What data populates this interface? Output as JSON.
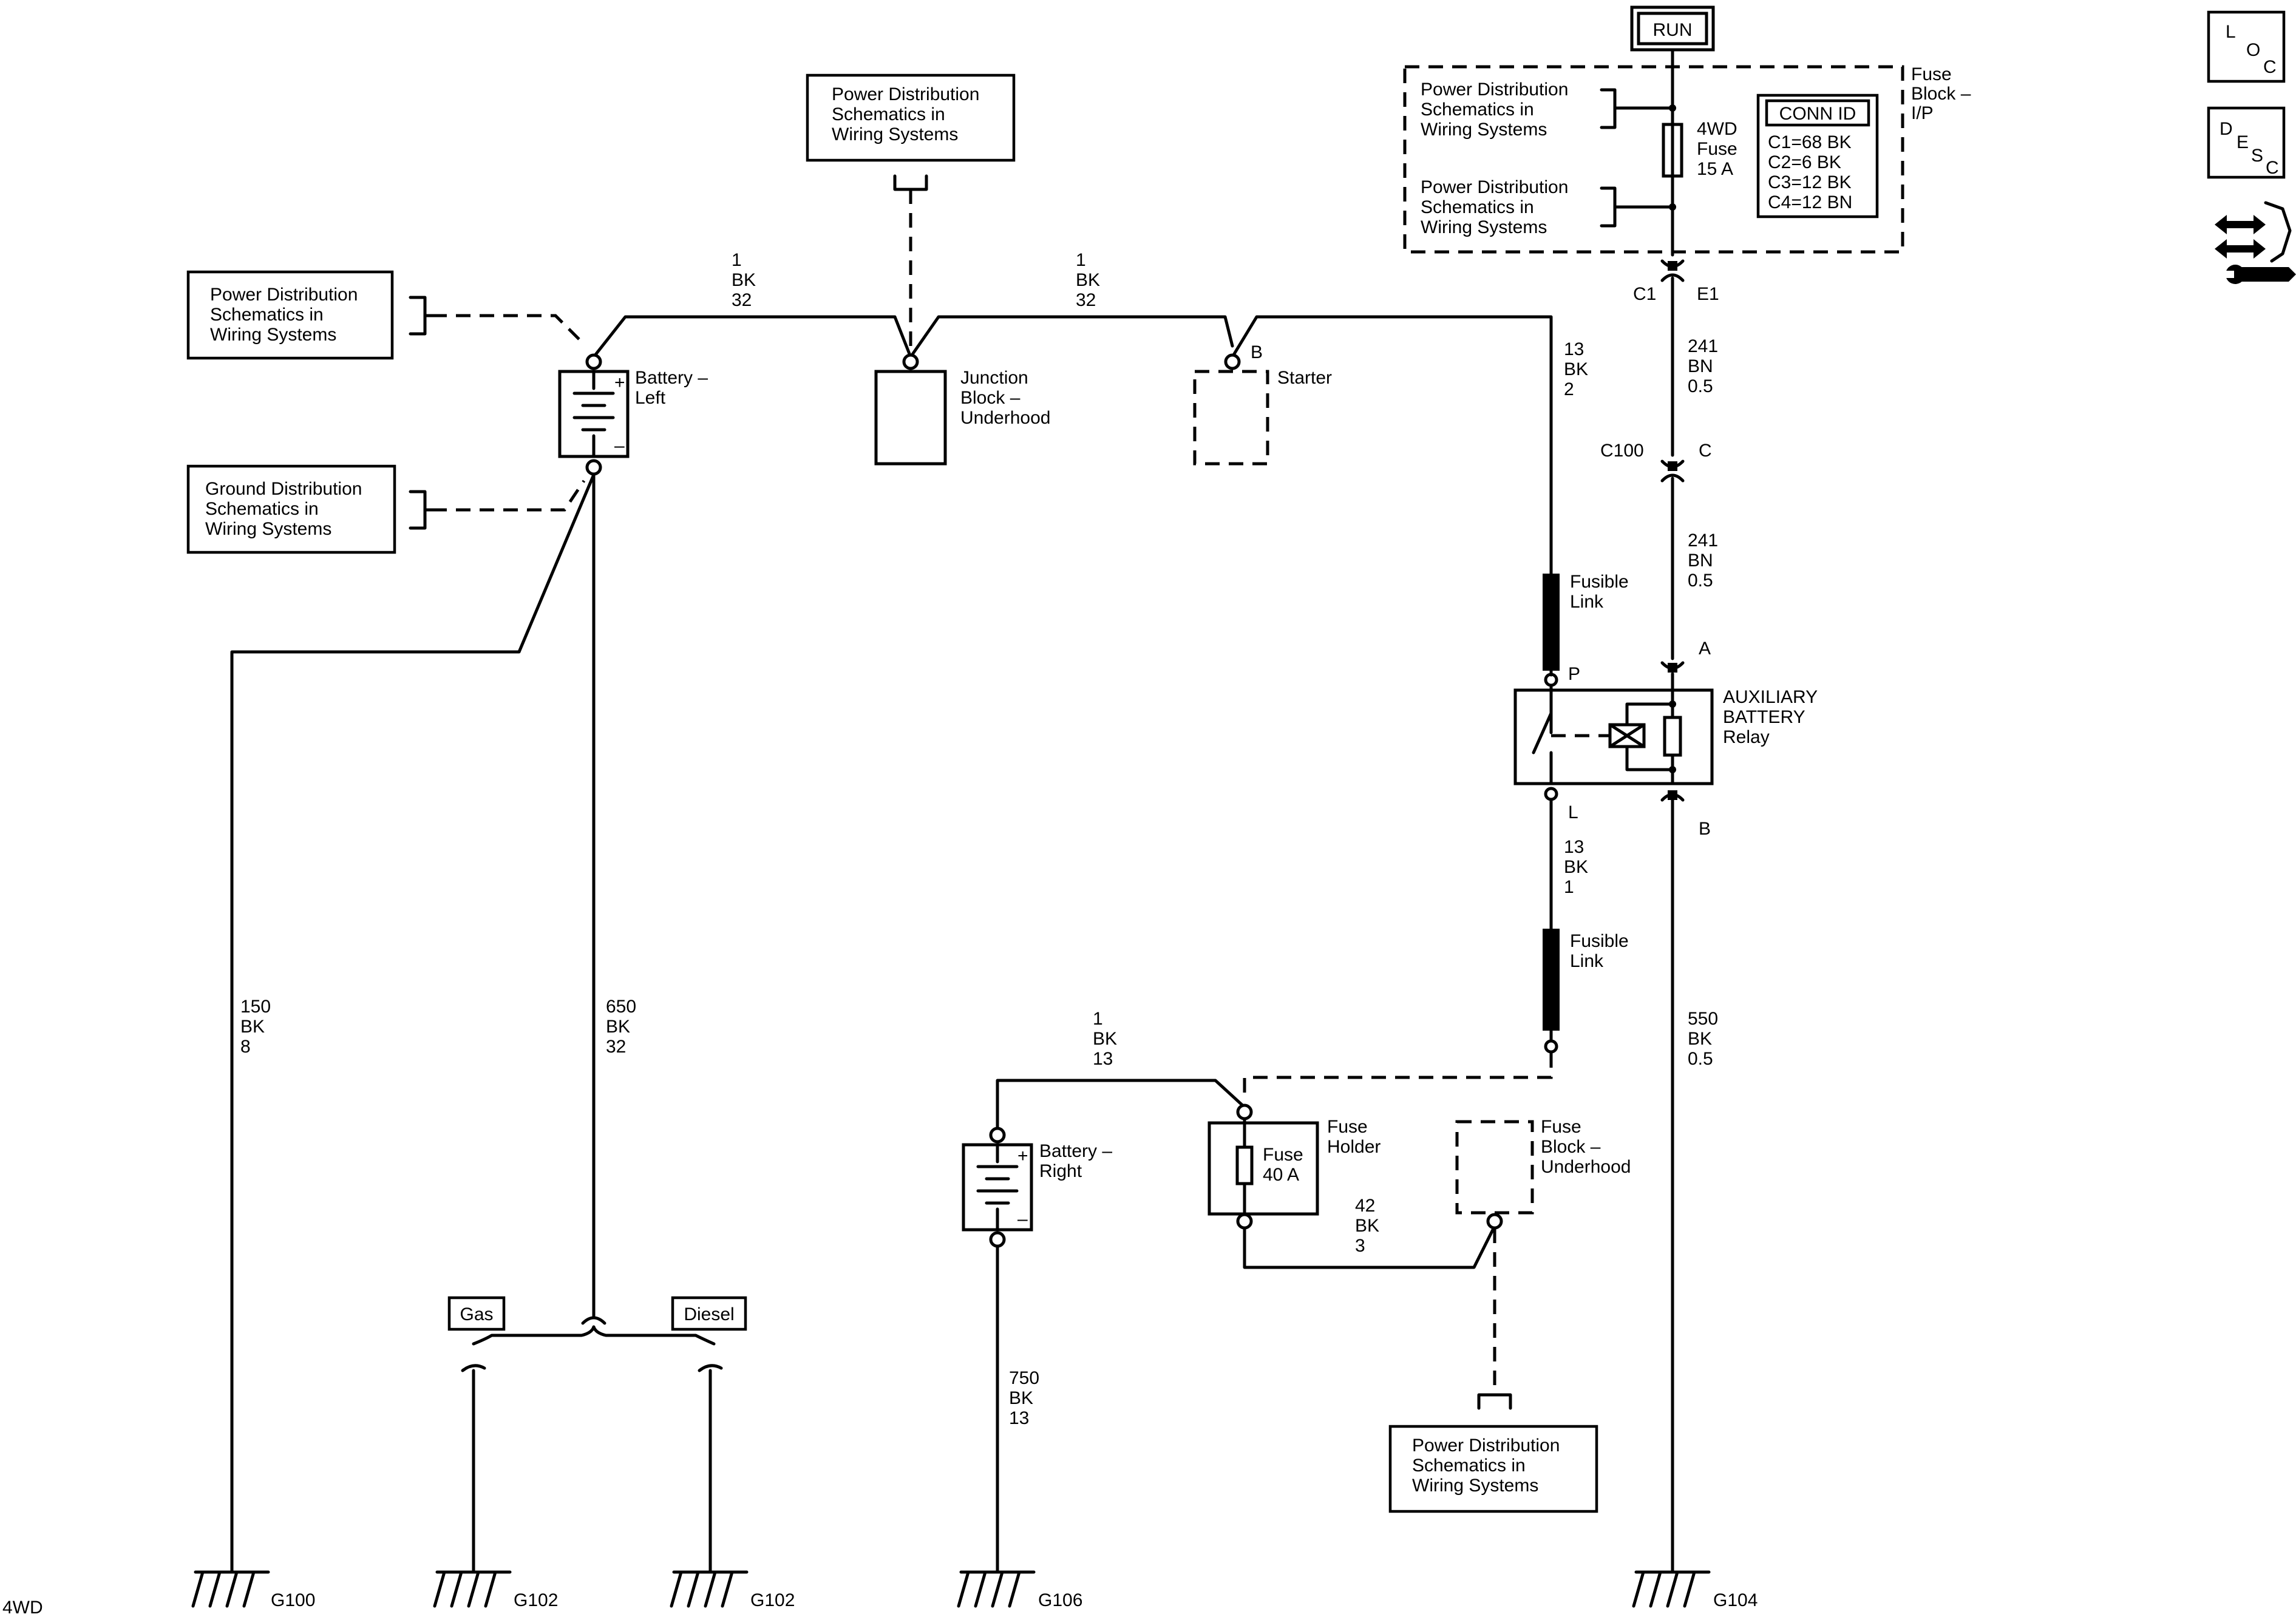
{
  "header": {
    "run": "RUN"
  },
  "icons": {
    "loc": [
      "L",
      "O",
      "C"
    ],
    "desc": [
      "D",
      "E",
      "S",
      "C"
    ],
    "swap": "swap-wrench-icon"
  },
  "fuse_block_ip": {
    "label": [
      "Fuse",
      "Block –",
      "I/P"
    ],
    "ref_top": [
      "Power Distribution",
      "Schematics in",
      "Wiring Systems"
    ],
    "ref_bottom": [
      "Power Distribution",
      "Schematics in",
      "Wiring Systems"
    ],
    "fuse": [
      "4WD",
      "Fuse",
      "15 A"
    ],
    "conn_id": {
      "title": "CONN ID",
      "rows": [
        "C1=68 BK",
        "C2=6 BK",
        "C3=12 BK",
        "C4=12 BN"
      ]
    }
  },
  "refs": {
    "top_center": [
      "Power Distribution",
      "Schematics in",
      "Wiring Systems"
    ],
    "left_power": [
      "Power Distribution",
      "Schematics in",
      "Wiring Systems"
    ],
    "left_ground": [
      "Ground Distribution",
      "Schematics in",
      "Wiring Systems"
    ],
    "bottom": [
      "Power Distribution",
      "Schematics in",
      "Wiring Systems"
    ]
  },
  "components": {
    "battery_left": [
      "Battery –",
      "Left"
    ],
    "junction_block": [
      "Junction",
      "Block –",
      "Underhood"
    ],
    "starter": "Starter",
    "starter_pin": "B",
    "fusible_link_top": [
      "Fusible",
      "Link"
    ],
    "fusible_link_bottom": [
      "Fusible",
      "Link"
    ],
    "relay": [
      "AUXILIARY",
      "BATTERY",
      "Relay"
    ],
    "battery_right": [
      "Battery –",
      "Right"
    ],
    "fuse_holder": [
      "Fuse",
      "Holder"
    ],
    "fuse_40a": [
      "Fuse",
      "40 A"
    ],
    "fuse_block_underhood": [
      "Fuse",
      "Block –",
      "Underhood"
    ],
    "plus": "+",
    "minus": "–"
  },
  "connectors": {
    "c1": "C1",
    "e1": "E1",
    "c100": "C100",
    "c100_pin": "C",
    "relay_a": "A",
    "relay_p": "P",
    "relay_l": "L",
    "relay_b": "B"
  },
  "wires": {
    "w1": [
      "1",
      "BK",
      "32"
    ],
    "w2": [
      "1",
      "BK",
      "32"
    ],
    "w3": [
      "13",
      "BK",
      "2"
    ],
    "w4": [
      "241",
      "BN",
      "0.5"
    ],
    "w5": [
      "241",
      "BN",
      "0.5"
    ],
    "w6": [
      "13",
      "BK",
      "1"
    ],
    "w7": [
      "550",
      "BK",
      "0.5"
    ],
    "w8": [
      "150",
      "BK",
      "8"
    ],
    "w9": [
      "650",
      "BK",
      "32"
    ],
    "w10": [
      "1",
      "BK",
      "13"
    ],
    "w11": [
      "42",
      "BK",
      "3"
    ],
    "w12": [
      "750",
      "BK",
      "13"
    ]
  },
  "options": {
    "gas": "Gas",
    "diesel": "Diesel"
  },
  "grounds": {
    "g100": "G100",
    "g102a": "G102",
    "g102b": "G102",
    "g106": "G106",
    "g104": "G104"
  },
  "footer": "4WD"
}
